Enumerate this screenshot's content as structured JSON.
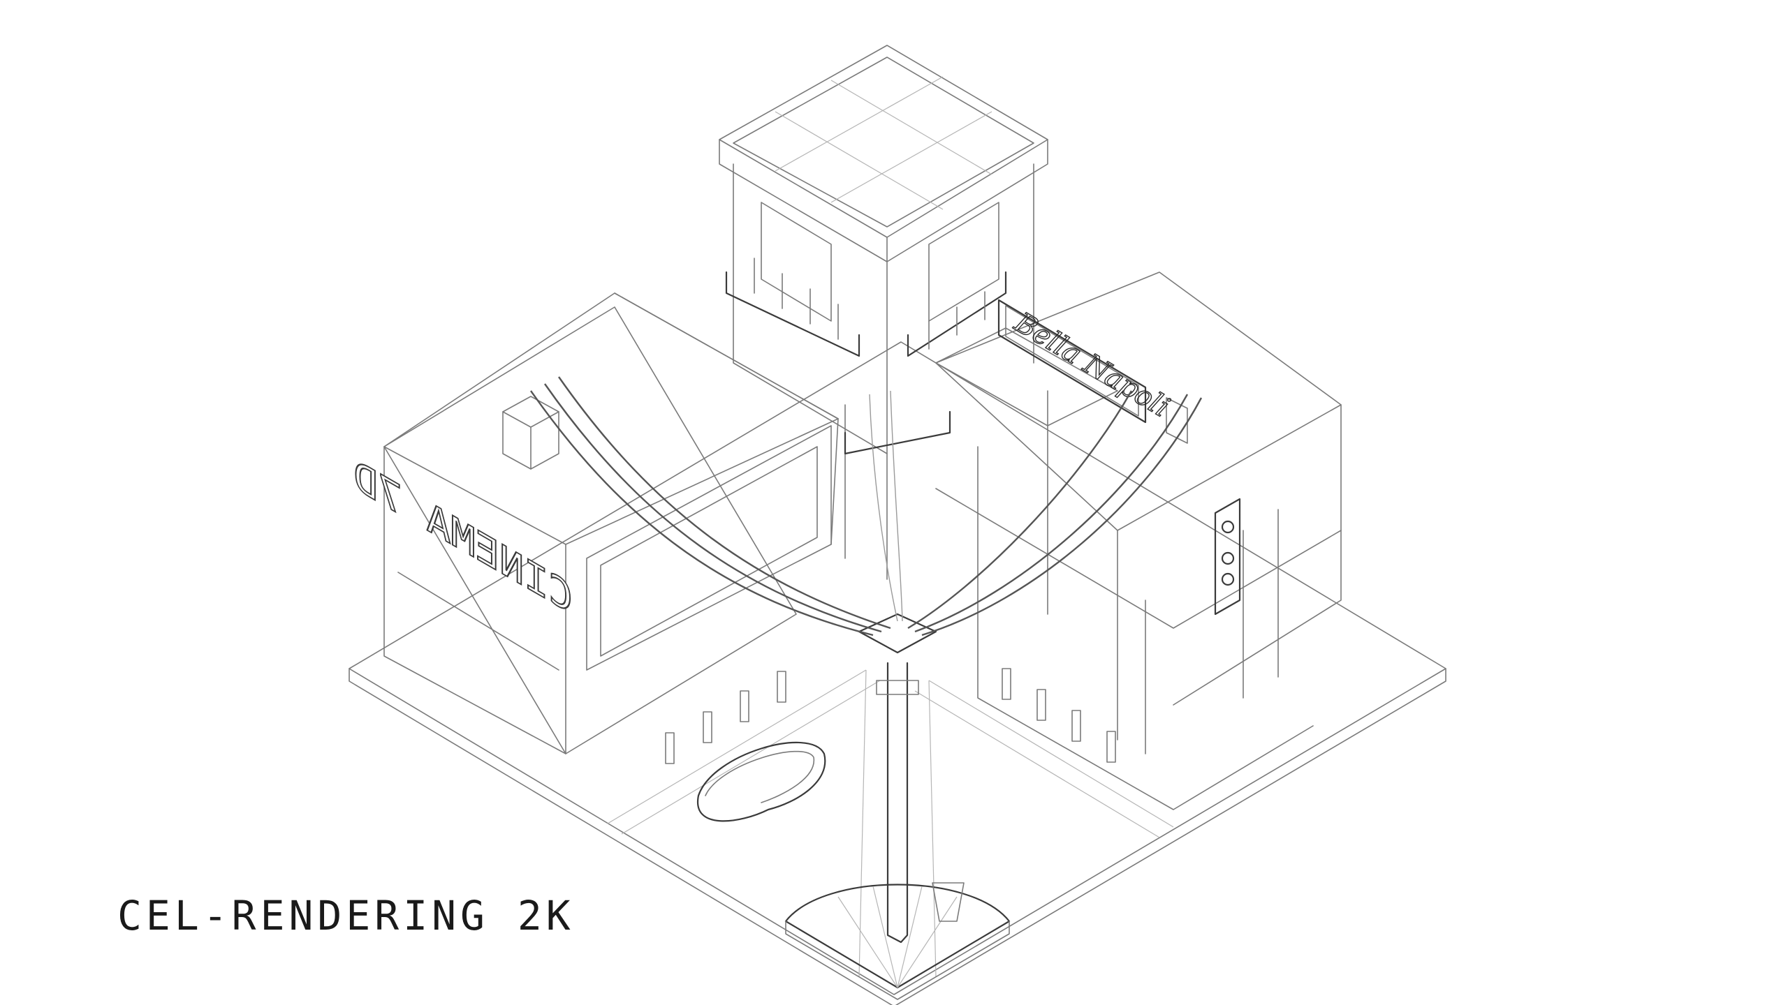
{
  "caption": "CEL-RENDERING 2K",
  "signs": {
    "cinema": "CINEMA 7D",
    "restaurant": "Bella Napoli"
  },
  "colors": {
    "background": "#ffffff",
    "lines": "#7a7a7a",
    "caption": "#1a1a1a"
  }
}
